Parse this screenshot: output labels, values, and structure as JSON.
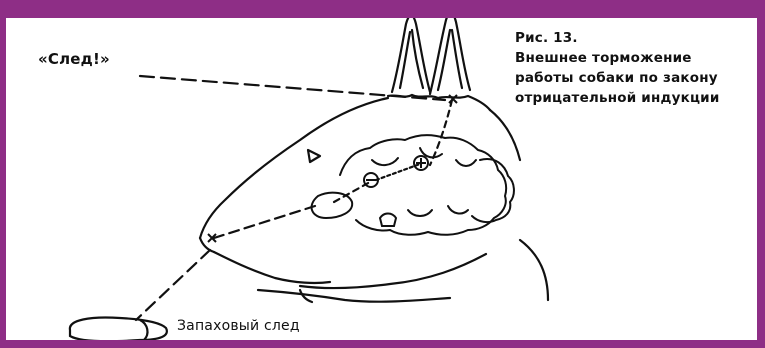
{
  "colors": {
    "frame": "#8e2e86",
    "ink": "#111111",
    "paper": "#ffffff"
  },
  "labels": {
    "signal": "«След!»",
    "footprint": "Запаховый след"
  },
  "caption": {
    "figure": "Рис. 13.",
    "lines": [
      "Внешнее торможение",
      "работы собаки по закону",
      "отрицательной индукции"
    ]
  },
  "markers": {
    "excitation": "⊕",
    "inhibition": "⊖"
  }
}
